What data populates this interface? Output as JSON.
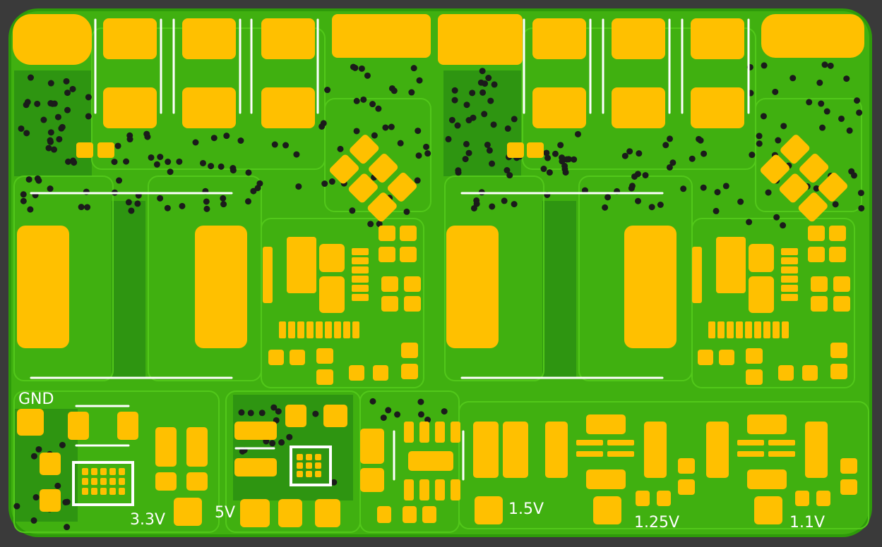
{
  "colors": {
    "background": "#3a3a3a",
    "board_edge": "#2e9a0a",
    "copper_pour": "#40b010",
    "trace_light": "#52c81a",
    "trace_dark": "#1f7f12",
    "pad": "#ffc000",
    "silkscreen": "#ffffff",
    "via": "#1b1b1b"
  },
  "labels": {
    "gnd": "GND",
    "v33": "3.3V",
    "v5": "5V",
    "v15": "1.5V",
    "v125": "1.25V",
    "v11": "1.1V"
  }
}
